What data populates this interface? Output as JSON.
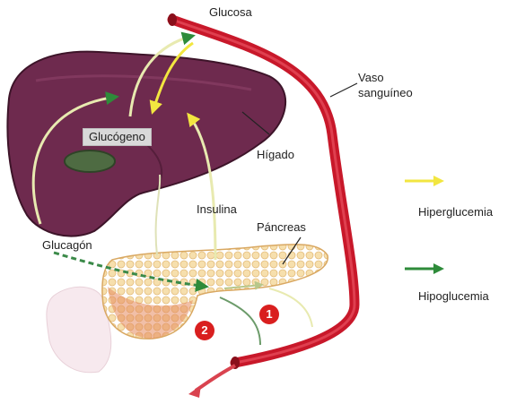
{
  "labels": {
    "glucosa": "Glucosa",
    "vaso": "Vaso",
    "sanguineo": "sanguíneo",
    "glucogeno": "Glucógeno",
    "higado": "Hígado",
    "insulina": "Insulina",
    "pancreas": "Páncreas",
    "glucagon": "Glucagón"
  },
  "legend": [
    {
      "label": "Hiperglucemia",
      "color": "#f2e640"
    },
    {
      "label": "Hipoglucemia",
      "color": "#2e8b3a"
    }
  ],
  "badges": [
    "1",
    "2"
  ],
  "colors": {
    "liver": "#6e2a4e",
    "vessel": "#c8182a",
    "pancreas": "#f2d39a",
    "hyper_arrow": "#f2e640",
    "hypo_arrow": "#2e8b3a"
  }
}
